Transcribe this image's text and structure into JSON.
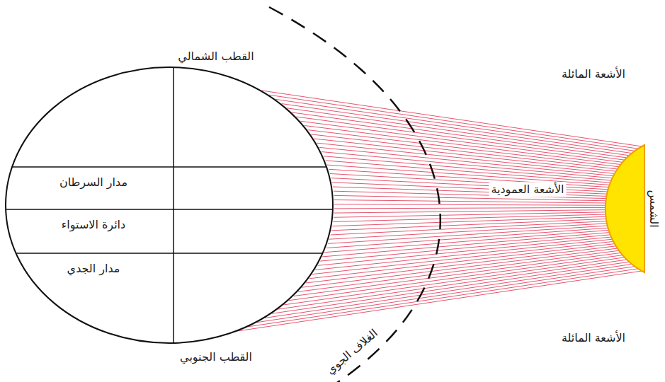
{
  "diagram": {
    "labels": [
      "القطب الشمالي",
      "الأشعة المائلة",
      "مدار السرطان",
      "الأشعة العمودية",
      "الشمس",
      "دائرة الاستواء",
      "مدار الجدي",
      "الغلاف الجوي",
      "الأشعة المائلة",
      "القطب الجنوبي"
    ]
  }
}
